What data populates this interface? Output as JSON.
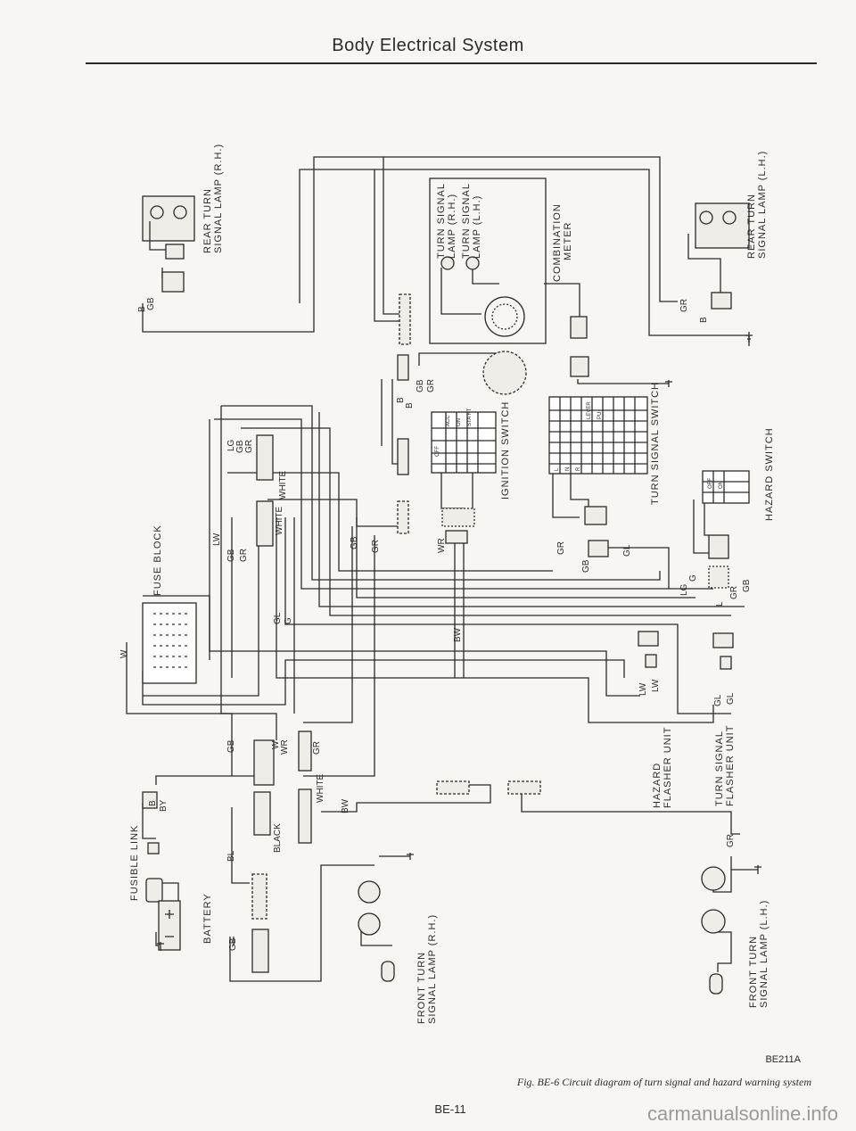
{
  "header": {
    "title": "Body Electrical System"
  },
  "components": {
    "rear_turn_rh": "REAR TURN\nSIGNAL LAMP (R.H.)",
    "rear_turn_lh": "REAR TURN\nSIGNAL LAMP (L.H.)",
    "turn_signal_lamp_rh": "TURN SIGNAL\nLAMP (R.H.)",
    "turn_signal_lamp_lh": "TURN SIGNAL\nLAMP (L.H.)",
    "combination_meter": "COMBINATION\nMETER",
    "ignition_switch": "IGNITION SWITCH",
    "turn_signal_switch": "TURN SIGNAL SWITCH",
    "hazard_switch": "HAZARD SWITCH",
    "fuse_block": "FUSE BLOCK",
    "fusible_link": "FUSIBLE LINK",
    "battery": "BATTERY",
    "hazard_flasher": "HAZARD\nFLASHER UNIT",
    "turn_flasher": "TURN SIGNAL\nFLASHER UNIT",
    "front_turn_rh": "FRONT TURN\nSIGNAL LAMP (R.H.)",
    "front_turn_lh": "FRONT TURN\nSIGNAL LAMP (L.H.)",
    "white_1": "WHITE",
    "white_2": "WHITE",
    "white_3": "WHITE",
    "black": "BLACK"
  },
  "wire_labels": {
    "b1": "B",
    "gb1": "GB",
    "gr_rear_lh": "GR",
    "b_rear_lh": "B",
    "b_ign1": "B",
    "b_ign2": "B",
    "gb_ign": "GB",
    "gr_ign": "GR",
    "lg": "LG",
    "gb_w": "GB",
    "gr_w": "GR",
    "lw_fb": "LW",
    "gb_fb": "GB",
    "gr_fb": "GR",
    "gl_fb": "GL",
    "g_fb": "G",
    "gb_mid": "GB",
    "gr_mid": "GR",
    "wr_mid": "WR",
    "bw_mid": "BW",
    "gr_ts": "GR",
    "gb_ts": "GB",
    "gl_ts": "GL",
    "lg_hz": "G",
    "lg2": "LG",
    "gr_hz": "GR",
    "gb_hz": "GB",
    "l_hz": "L",
    "lw1": "LW",
    "lw2": "LW",
    "gl1": "GL",
    "gl2": "GL",
    "w_fb": "W",
    "gb_low": "GB",
    "w_low": "W",
    "wr_low": "WR",
    "gr_low": "GR",
    "b_fl": "B",
    "by_fl": "BY",
    "bl": "BL",
    "bw_low": "BW",
    "gr_low2": "GR",
    "gb_low2": "GB"
  },
  "switch_tables": {
    "ignition_headers": [
      "OFF",
      "ACC",
      "ON",
      "STA RT"
    ],
    "turn_headers": [
      "L",
      "N",
      "R",
      "LEVER",
      "PU"
    ],
    "hazard_headers": [
      "OFF",
      "ON"
    ]
  },
  "footer": {
    "figure_id": "BE211A",
    "caption": "Fig. BE-6 Circuit diagram of turn signal and hazard warning system",
    "page_number": "BE-11",
    "watermark": "carmanualsonline.info"
  }
}
